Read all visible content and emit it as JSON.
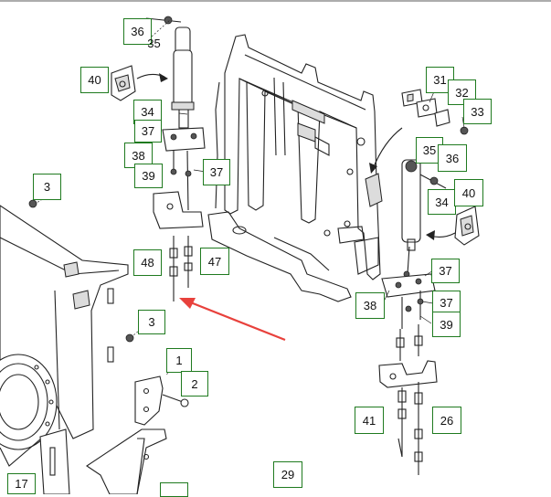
{
  "diagram": {
    "callouts": [
      {
        "id": "c36a",
        "text": "36"
      },
      {
        "id": "c35a",
        "text": "35"
      },
      {
        "id": "c40a",
        "text": "40"
      },
      {
        "id": "c34a",
        "text": "34"
      },
      {
        "id": "c37a",
        "text": "37"
      },
      {
        "id": "c38a",
        "text": "38"
      },
      {
        "id": "c39a",
        "text": "39"
      },
      {
        "id": "c37b",
        "text": "37"
      },
      {
        "id": "c3a",
        "text": "3"
      },
      {
        "id": "c48",
        "text": "48"
      },
      {
        "id": "c47",
        "text": "47"
      },
      {
        "id": "c3b",
        "text": "3"
      },
      {
        "id": "c1",
        "text": "1"
      },
      {
        "id": "c2",
        "text": "2"
      },
      {
        "id": "c17",
        "text": "17"
      },
      {
        "id": "c29",
        "text": "29"
      },
      {
        "id": "c31",
        "text": "31"
      },
      {
        "id": "c32",
        "text": "32"
      },
      {
        "id": "c33",
        "text": "33"
      },
      {
        "id": "c35b",
        "text": "35"
      },
      {
        "id": "c36b",
        "text": "36"
      },
      {
        "id": "c34b",
        "text": "34"
      },
      {
        "id": "c40b",
        "text": "40"
      },
      {
        "id": "c37c",
        "text": "37"
      },
      {
        "id": "c38b",
        "text": "38"
      },
      {
        "id": "c37d",
        "text": "37"
      },
      {
        "id": "c39b",
        "text": "39"
      },
      {
        "id": "c41",
        "text": "41"
      },
      {
        "id": "c26",
        "text": "26"
      },
      {
        "id": "c_partial",
        "text": "..."
      }
    ],
    "colors": {
      "callout_border": "#1f7a1f",
      "line_art": "#222222",
      "highlight_arrow": "#e8413c"
    },
    "icons": [
      "red-pointer-arrow-icon",
      "curved-leader-arrow-icon"
    ]
  }
}
